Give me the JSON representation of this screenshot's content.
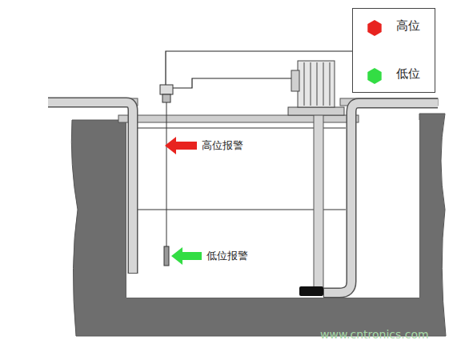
{
  "diagram": {
    "nodes": [
      {
        "text": [
          "高位",
          "低位"
        ]
      }
    ],
    "labels": [
      "高位报警",
      "低位报警",
      "www.cntronics.com"
    ]
  }
}
